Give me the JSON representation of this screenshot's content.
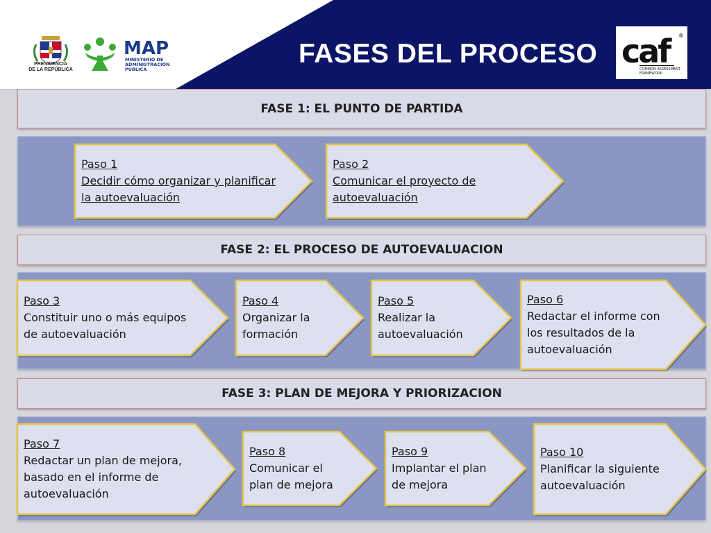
{
  "header": {
    "title": "FASES DEL PROCESO",
    "presidencia_text": [
      "PRESIDENCIA",
      "DE LA REPÚBLICA"
    ],
    "map_logo_text": "MAP",
    "map_sub": [
      "MINISTERIO DE",
      "ADMINISTRACIÓN",
      "PÚBLICA"
    ],
    "caf_logo_text": "caf",
    "caf_sub": [
      "COMMON ASSESSMENT",
      "FRAMEWORK"
    ],
    "caf_registered": "®"
  },
  "phases": [
    {
      "label": "FASE 1: EL PUNTO DE PARTIDA"
    },
    {
      "label": "FASE 2: EL PROCESO DE AUTOEVALUACION"
    },
    {
      "label": "FASE 3: PLAN DE MEJORA Y PRIORIZACION"
    }
  ],
  "steps": [
    {
      "title": "Paso 1",
      "lines": [
        "Decidir cómo organizar y planificar",
        "la autoevaluación"
      ]
    },
    {
      "title": "Paso 2",
      "lines": [
        "Comunicar el proyecto de",
        "autoevaluación"
      ]
    },
    {
      "title": "Paso 3",
      "lines": [
        "Constituir uno o más equipos",
        "de autoevaluación"
      ]
    },
    {
      "title": "Paso 4",
      "lines": [
        "Organizar la",
        "formación"
      ]
    },
    {
      "title": "Paso 5",
      "lines": [
        "Realizar la",
        "autoevaluación"
      ]
    },
    {
      "title": "Paso 6",
      "lines": [
        "Redactar el informe con",
        "los resultados de la",
        "autoevaluación"
      ]
    },
    {
      "title": "Paso 7",
      "lines": [
        "Redactar un plan de mejora,",
        "basado en el informe de",
        "autoevaluación"
      ]
    },
    {
      "title": "Paso 8",
      "lines": [
        "Comunicar el",
        "plan de mejora"
      ]
    },
    {
      "title": "Paso 9",
      "lines": [
        "Implantar el plan",
        "de mejora"
      ]
    },
    {
      "title": "Paso 10",
      "lines": [
        "Planificar la siguiente",
        "autoevaluación"
      ]
    }
  ],
  "colors": {
    "navy": "#0c1466",
    "band": "#8a97c3",
    "phase_bar": "#d9dbe8",
    "arrow_fill": "#dde0ee",
    "arrow_border": "#e6c34a",
    "map_green": "#3aa935",
    "map_blue": "#1d3a8c"
  }
}
